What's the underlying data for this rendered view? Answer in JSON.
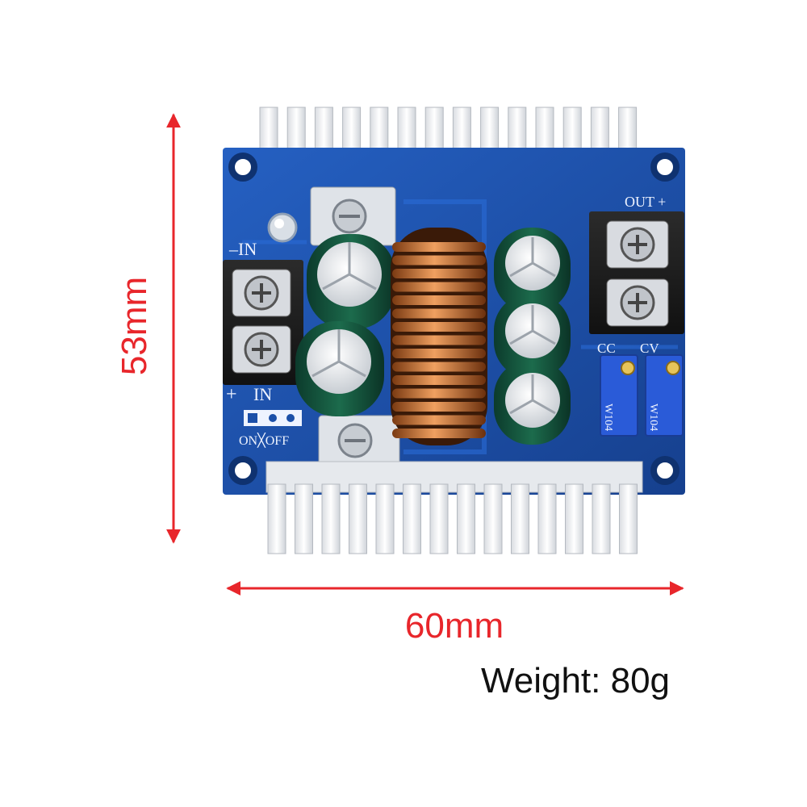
{
  "dimensions": {
    "height_label": "53mm",
    "width_label": "60mm"
  },
  "weight": {
    "text": "Weight: 80g"
  },
  "board": {
    "silkscreen": {
      "in_minus": "–IN",
      "in_plus": "+",
      "in_label": "IN",
      "out_label": "OUT +",
      "cc_label": "CC",
      "cv_label": "CV",
      "onoff_label": "ON╳OFF",
      "pot_code_left": "W104",
      "pot_code_right": "W104"
    }
  },
  "colors": {
    "accent_red": "#e8262b",
    "pcb_blue": "#1b4fa8",
    "heatsink": "#eef0f3"
  }
}
